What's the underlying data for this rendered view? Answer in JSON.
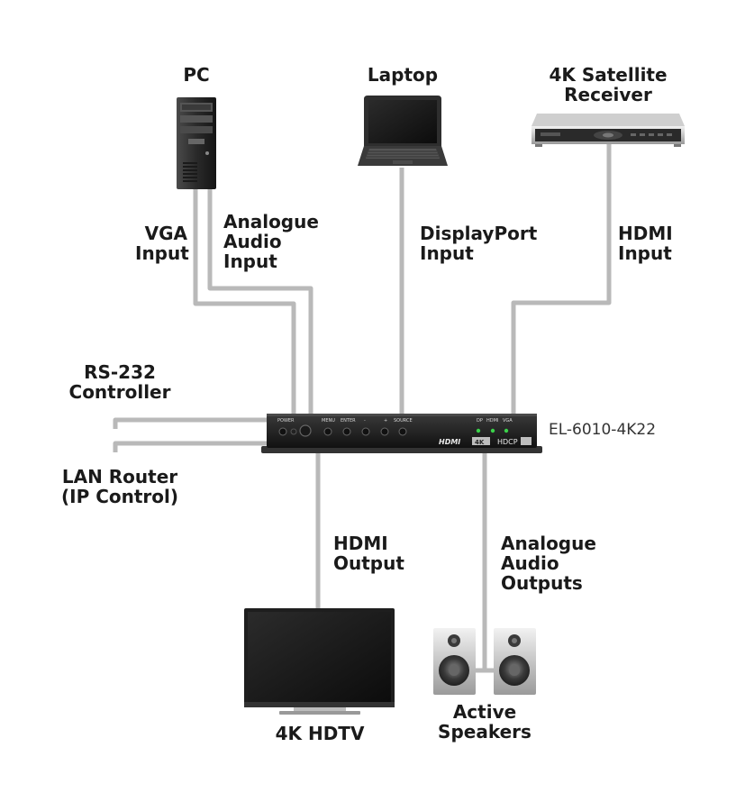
{
  "devices": {
    "pc": "PC",
    "laptop": "Laptop",
    "satellite": "4K Satellite\nReceiver",
    "rs232": "RS-232\nController",
    "lan": "LAN Router\n(IP Control)",
    "tv": "4K HDTV",
    "speakers": "Active\nSpeakers"
  },
  "connections": {
    "vga": "VGA\nInput",
    "analogue_in": "Analogue\nAudio\nInput",
    "displayport": "DisplayPort\nInput",
    "hdmi_in": "HDMI\nInput",
    "hdmi_out": "HDMI\nOutput",
    "analogue_out": "Analogue\nAudio\nOutputs"
  },
  "switcher": {
    "model": "EL-6010-4K22",
    "labels": {
      "power": "POWER",
      "menu": "MENU",
      "enter": "ENTER",
      "minus": "-",
      "plus": "+",
      "source": "SOURCE",
      "dp": "DP",
      "hdmi": "HDMI",
      "vga": "VGA"
    },
    "logos": {
      "hdmi": "HDMI",
      "uhd": "4K",
      "hdcp": "HDCP"
    }
  }
}
